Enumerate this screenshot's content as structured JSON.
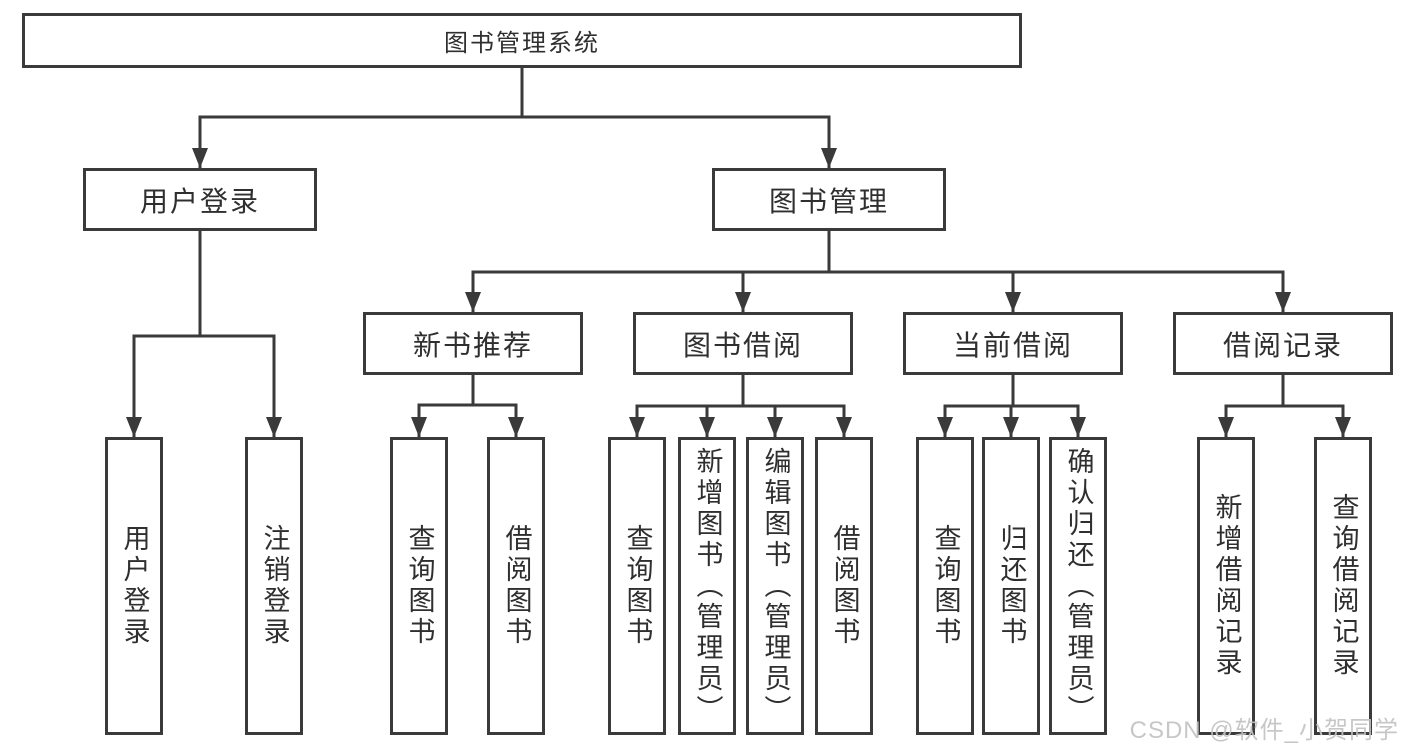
{
  "colors": {
    "line": "#3a3a3a",
    "text": "#2f2f2f",
    "bg": "#ffffff",
    "watermark": "#c3c3c3"
  },
  "watermark": {
    "text": "CSDN @软件_小贺同学"
  },
  "tree": {
    "root": {
      "label": "图书管理系统"
    },
    "branches": [
      {
        "label": "用户登录",
        "children": [
          {
            "label": "用户登录"
          },
          {
            "label": "注销登录"
          }
        ]
      },
      {
        "label": "图书管理",
        "modules": [
          {
            "label": "新书推荐",
            "children": [
              {
                "label": "查询图书"
              },
              {
                "label": "借阅图书"
              }
            ]
          },
          {
            "label": "图书借阅",
            "children": [
              {
                "label": "查询图书"
              },
              {
                "label": "新增图书（管理员）"
              },
              {
                "label": "编辑图书（管理员）"
              },
              {
                "label": "借阅图书"
              }
            ]
          },
          {
            "label": "当前借阅",
            "children": [
              {
                "label": "查询图书"
              },
              {
                "label": "归还图书"
              },
              {
                "label": "确认归还（管理员）"
              }
            ]
          },
          {
            "label": "借阅记录",
            "children": [
              {
                "label": "新增借阅记录"
              },
              {
                "label": "查询借阅记录"
              }
            ]
          }
        ]
      }
    ]
  }
}
